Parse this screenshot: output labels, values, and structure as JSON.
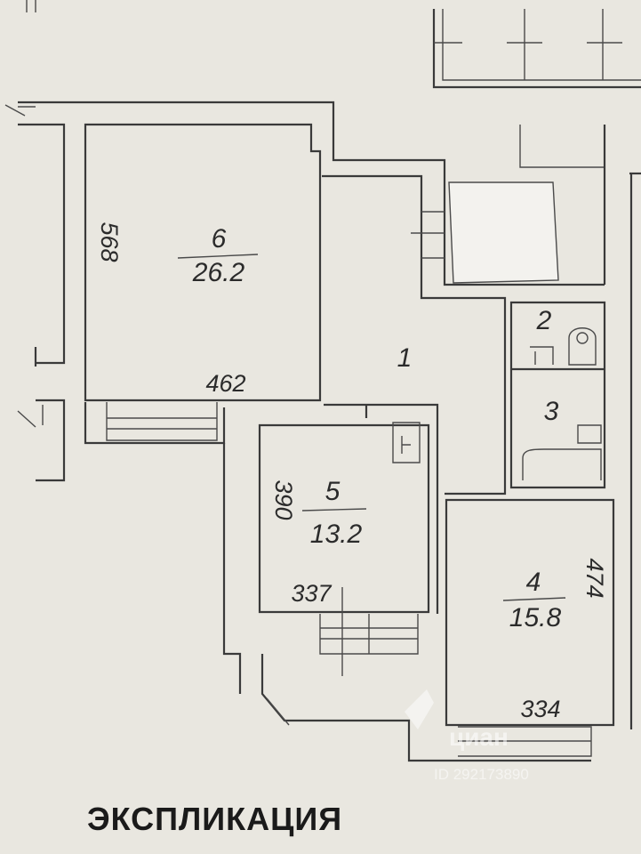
{
  "plan": {
    "rooms": [
      {
        "id": "6",
        "area": "26.2"
      },
      {
        "id": "1"
      },
      {
        "id": "2"
      },
      {
        "id": "3"
      },
      {
        "id": "5",
        "area": "13.2"
      },
      {
        "id": "4",
        "area": "15.8"
      }
    ],
    "dimensions": {
      "room6_height": "568",
      "room6_width": "462",
      "room5_height": "390",
      "room5_width": "337",
      "room4_height": "474",
      "room4_width": "334"
    }
  },
  "watermark": {
    "brand": "циан",
    "id": "ID 292173890"
  },
  "caption": "ЭКСПЛИКАЦИЯ",
  "colors": {
    "paper": "#e9e7e0",
    "ink": "#2b2b2b"
  }
}
